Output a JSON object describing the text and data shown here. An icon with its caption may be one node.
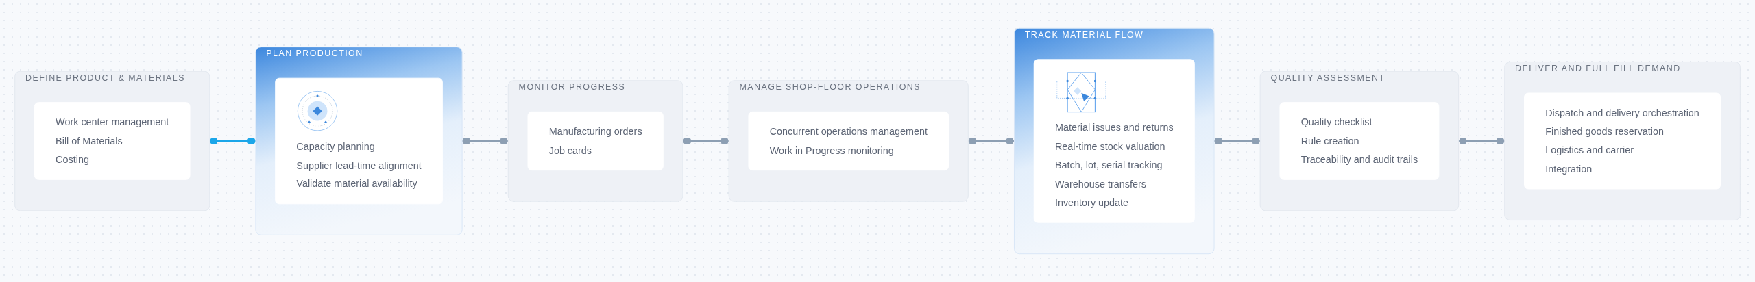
{
  "diagram": {
    "nodes": [
      {
        "text": [
          "DEFINE PRODUCT & MATERIALS"
        ]
      },
      {
        "text": [
          "Work center management",
          "Bill of Materials",
          "Costing"
        ],
        "in": 0
      },
      {
        "text": [
          "PLAN PRODUCTION"
        ]
      },
      {
        "text": [
          "Capacity planning",
          "Supplier lead-time alignment",
          "Validate material availability"
        ],
        "in": 2
      },
      {
        "text": [
          "MONITOR PROGRESS"
        ]
      },
      {
        "text": [
          "Manufacturing orders",
          "Job cards"
        ],
        "in": 4
      },
      {
        "text": [
          "MANAGE SHOP-FLOOR OPERATIONS"
        ]
      },
      {
        "text": [
          "Concurrent operations management",
          "Work in Progress monitoring"
        ],
        "in": 6
      },
      {
        "text": [
          "TRACK MATERIAL FLOW"
        ]
      },
      {
        "text": [
          "Material issues and returns",
          "Real-time stock valuation",
          "Batch, lot, serial tracking",
          "Warehouse transfers",
          "Inventory update"
        ],
        "in": 8
      },
      {
        "text": [
          "QUALITY ASSESSMENT"
        ]
      },
      {
        "text": [
          "Quality checklist",
          "Rule creation",
          "Traceability and audit trails"
        ],
        "in": 10
      },
      {
        "text": [
          "DELIVER AND FULL FILL DEMAND"
        ]
      },
      {
        "text": [
          "Dispatch and delivery orchestration",
          "Finished goods reservation",
          "Logistics and carrier",
          "Integration"
        ],
        "in": 12
      }
    ],
    "edges": [
      {
        "from": 0,
        "to": 2,
        "arrow": "other",
        "color": "#1ba6e9"
      },
      {
        "from": 2,
        "to": 4,
        "arrow": "other"
      },
      {
        "from": 4,
        "to": 6,
        "arrow": "other"
      },
      {
        "from": 6,
        "to": 8,
        "arrow": "other"
      },
      {
        "from": 8,
        "to": 10,
        "arrow": "other"
      },
      {
        "from": 10,
        "to": 12,
        "arrow": "other"
      }
    ]
  }
}
